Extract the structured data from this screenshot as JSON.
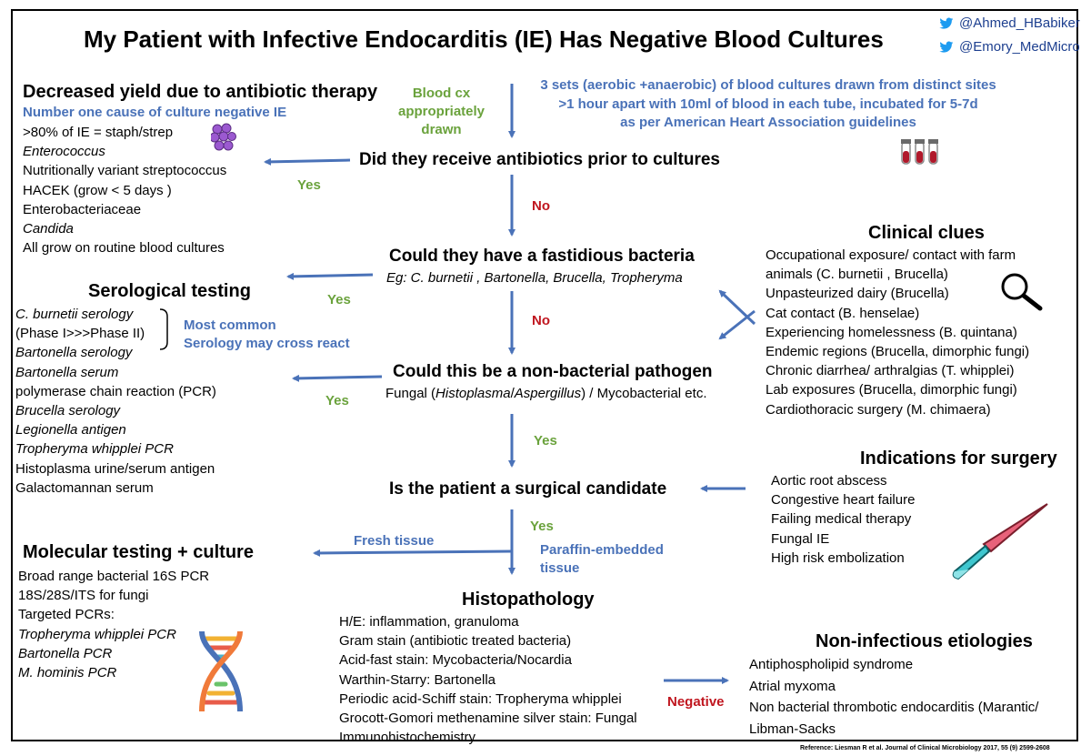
{
  "title": "My Patient with Infective Endocarditis (IE) Has Negative Blood Cultures",
  "handles": [
    "@Ahmed_HBabiker",
    "@Emory_MedMicro"
  ],
  "blood_cx_label": [
    "Blood cx",
    "appropriately",
    "drawn"
  ],
  "aha_note": [
    "3 sets (aerobic +anaerobic) of blood cultures drawn from distinct sites",
    ">1 hour apart with 10ml of blood in each tube, incubated for 5-7d",
    "as per American Heart Association guidelines"
  ],
  "q1": "Did they receive antibiotics prior to cultures",
  "q2": "Could they have a fastidious bacteria",
  "q2_sub": "Eg: C. burnetii , Bartonella, Brucella, Tropheryma",
  "q3": "Could this be a non-bacterial pathogen",
  "q3_sub": {
    "a": "Fungal (",
    "b": "Histoplasma",
    "c": "/",
    "d": "Aspergillus",
    "e": ") / Mycobacterial etc."
  },
  "q4": "Is the patient a surgical candidate",
  "labels": {
    "yes": "Yes",
    "no": "No",
    "fresh_tissue": "Fresh tissue",
    "paraffin": [
      "Paraffin-embedded",
      "tissue"
    ],
    "negative": "Negative"
  },
  "decreased_yield": {
    "heading": "Decreased yield due to antibiotic therapy",
    "subheading": "Number one cause of culture negative IE",
    "items": [
      ">80% of IE = staph/strep",
      "Enterococcus",
      "Nutritionally variant streptococcus",
      "HACEK (grow < 5 days )",
      "Enterobacteriaceae",
      "Candida",
      "All grow on routine blood cultures"
    ]
  },
  "serological": {
    "heading": "Serological testing",
    "items": [
      "C. burnetii serology",
      "(Phase I>>>Phase II)",
      "Bartonella serology",
      "Bartonella serum",
      "polymerase chain reaction (PCR)",
      "Brucella serology",
      "Legionella antigen",
      "Tropheryma whipplei PCR",
      "Histoplasma urine/serum antigen",
      "Galactomannan serum"
    ],
    "note": [
      "Most common",
      "Serology may cross react"
    ]
  },
  "molecular": {
    "heading": "Molecular testing + culture",
    "items": [
      "Broad range bacterial 16S PCR",
      "18S/28S/ITS for fungi",
      "Targeted PCRs:",
      "Tropheryma whipplei PCR",
      "Bartonella PCR",
      "M. hominis PCR"
    ]
  },
  "histopathology": {
    "heading": "Histopathology",
    "items": [
      "H/E: inflammation, granuloma",
      "Gram stain (antibiotic treated bacteria)",
      "Acid-fast stain: Mycobacteria/Nocardia",
      "Warthin-Starry: Bartonella",
      "Periodic acid-Schiff stain: Tropheryma whipplei",
      "Grocott-Gomori methenamine silver stain: Fungal",
      "Immunohistochemistry"
    ]
  },
  "clinical_clues": {
    "heading": "Clinical clues",
    "items": [
      "Occupational exposure/ contact with farm",
      "animals (C. burnetii , Brucella)",
      "Unpasteurized dairy (Brucella)",
      "Cat contact (B. henselae)",
      "Experiencing homelessness (B. quintana)",
      "Endemic regions (Brucella, dimorphic fungi)",
      "Chronic diarrhea/ arthralgias (T. whipplei)",
      "Lab exposures (Brucella, dimorphic fungi)",
      "Cardiothoracic surgery (M. chimaera)"
    ]
  },
  "surgery": {
    "heading": "Indications for surgery",
    "items": [
      "Aortic root abscess",
      "Congestive heart failure",
      "Failing medical therapy",
      "Fungal IE",
      "High risk embolization"
    ]
  },
  "non_infectious": {
    "heading": "Non-infectious etiologies",
    "items": [
      "Antiphospholipid syndrome",
      "Atrial myxoma",
      "Non bacterial thrombotic endocarditis (Marantic/",
      "Libman-Sacks"
    ]
  },
  "reference": "Reference: Liesman R et al.  Journal of Clinical Microbiology 2017, 55 (9) 2599-2608",
  "colors": {
    "arrow": "#4a72b8",
    "blue_text": "#4a72b8",
    "yes": "#6aa23c",
    "no": "#c0161f",
    "twitter": "#1d9bf0"
  },
  "icons": [
    "twitter-icon",
    "grape-cluster-icon",
    "blood-tubes-icon",
    "magnifier-icon",
    "scalpel-icon",
    "dna-icon"
  ]
}
